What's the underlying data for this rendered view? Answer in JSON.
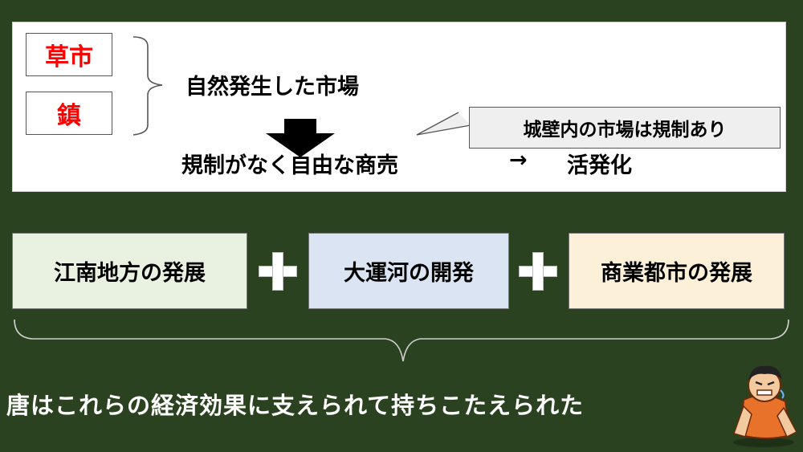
{
  "panel": {
    "tag1": "草市",
    "tag2": "鎮",
    "natural": "自然発生した市場",
    "callout": "城壁内の市場は規制あり",
    "free_trade": "規制がなく自由な商売",
    "arrow": "→",
    "result": "活発化"
  },
  "factors": [
    {
      "label": "江南地方の発展",
      "color": "#e9f2e1"
    },
    {
      "label": "大運河の開発",
      "color": "#dbe4f2"
    },
    {
      "label": "商業都市の発展",
      "color": "#fcf1d8"
    }
  ],
  "conclusion": "唐はこれらの経済効果に支えられて持ちこたえられた",
  "icons": [
    "down-arrow-icon",
    "plus-icon",
    "struggling-man-icon"
  ]
}
